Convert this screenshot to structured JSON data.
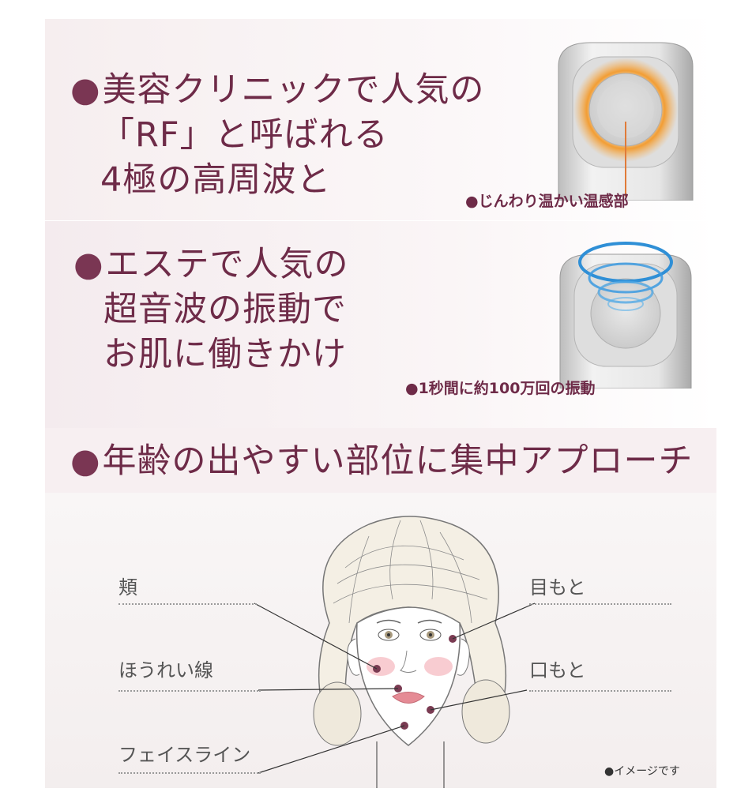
{
  "section1": {
    "bullet": "●",
    "line1": "美容クリニックで人気の",
    "line2": "「RF」と呼ばれる",
    "line3": "4極の高周波と",
    "caption": "●じんわり温かい温感部"
  },
  "section2": {
    "bullet": "●",
    "line1": "エステで人気の",
    "line2": "超音波の振動で",
    "line3": "お肌に働きかけ",
    "caption": "●1秒間に約100万回の振動"
  },
  "section3": {
    "bullet": "●",
    "headline": "年齢の出やすい部位に集中アプローチ"
  },
  "face": {
    "labels": {
      "cheek": "頬",
      "nasolabial": "ほうれい線",
      "faceline": "フェイスライン",
      "eye": "目もと",
      "mouth": "口もと"
    },
    "note": "●イメージです"
  },
  "colors": {
    "heading": "#6e2b48",
    "warm_zone": "#f09a2c",
    "vibration": "#2f8fd6",
    "point": "#7a3b52"
  }
}
